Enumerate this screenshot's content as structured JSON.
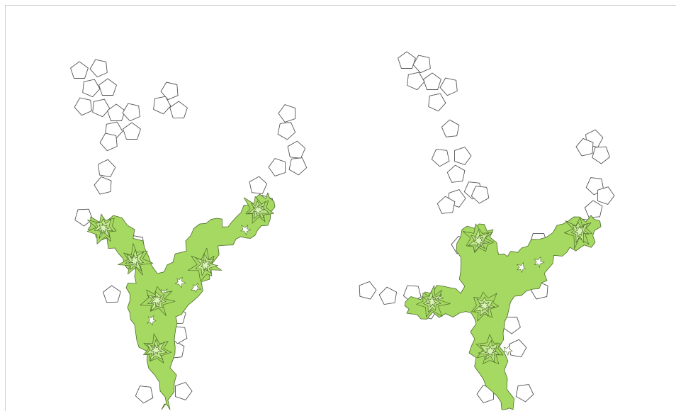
{
  "colors": {
    "background": "#ffffff",
    "frame": "#cfcfcf",
    "tile_fill": "#ffffff",
    "tile_stroke": "#555555",
    "blob_level_1": "#a6d962",
    "blob_level_2": "#c2e88d",
    "blob_level_3": "#d9f2b6",
    "blob_stroke": "#4d6b2a"
  },
  "panels": [
    {
      "id": "left",
      "arms": [
        {
          "name": "upper-left-cluster",
          "cells": [
            [
              112,
              100
            ],
            [
              140,
              96
            ],
            [
              128,
              124
            ],
            [
              152,
              124
            ],
            [
              118,
              150
            ],
            [
              142,
              152
            ],
            [
              164,
              160
            ],
            [
              186,
              158
            ],
            [
              160,
              184
            ],
            [
              186,
              186
            ],
            [
              154,
              200
            ]
          ]
        },
        {
          "name": "upper-small-cluster",
          "cells": [
            [
              240,
              128
            ],
            [
              228,
              148
            ],
            [
              252,
              156
            ]
          ]
        },
        {
          "name": "left-column",
          "cells": [
            [
              150,
              238
            ],
            [
              146,
              262
            ],
            [
              118,
              306
            ],
            [
              162,
              320
            ]
          ]
        },
        {
          "name": "right-column",
          "cells": [
            [
              406,
              160
            ],
            [
              404,
              184
            ],
            [
              418,
              212
            ],
            [
              392,
              236
            ],
            [
              420,
              234
            ],
            [
              364,
              262
            ],
            [
              374,
              288
            ],
            [
              356,
              304
            ]
          ]
        },
        {
          "name": "lower-left-cells",
          "cells": [
            [
              158,
              416
            ],
            [
              192,
              344
            ],
            [
              226,
              430
            ],
            [
              250,
              446
            ]
          ]
        },
        {
          "name": "bottom-cells",
          "cells": [
            [
              204,
              556
            ],
            [
              258,
              552
            ],
            [
              248,
              494
            ],
            [
              252,
              472
            ]
          ]
        }
      ],
      "blob": {
        "main_path": [
          [
            128,
            306
          ],
          [
            160,
            304
          ],
          [
            190,
            324
          ],
          [
            204,
            350
          ],
          [
            222,
            386
          ],
          [
            244,
            370
          ],
          [
            262,
            340
          ],
          [
            282,
            316
          ],
          [
            306,
            308
          ],
          [
            322,
            320
          ],
          [
            340,
            300
          ],
          [
            362,
            278
          ],
          [
            378,
            272
          ],
          [
            388,
            292
          ],
          [
            378,
            318
          ],
          [
            360,
            332
          ],
          [
            340,
            334
          ],
          [
            320,
            346
          ],
          [
            304,
            366
          ],
          [
            296,
            394
          ],
          [
            280,
            418
          ],
          [
            260,
            438
          ],
          [
            250,
            456
          ],
          [
            246,
            480
          ],
          [
            244,
            508
          ],
          [
            246,
            540
          ],
          [
            240,
            578
          ],
          [
            228,
            578
          ],
          [
            226,
            552
          ],
          [
            210,
            520
          ],
          [
            196,
            490
          ],
          [
            190,
            458
          ],
          [
            180,
            434
          ],
          [
            178,
            406
          ],
          [
            190,
            390
          ],
          [
            176,
            374
          ],
          [
            162,
            350
          ],
          [
            140,
            340
          ],
          [
            124,
            324
          ]
        ],
        "centers": [
          [
            146,
            322
          ],
          [
            190,
            368
          ],
          [
            222,
            424
          ],
          [
            290,
            374
          ],
          [
            364,
            296
          ],
          [
            220,
            494
          ]
        ]
      }
    },
    {
      "id": "right",
      "arms": [
        {
          "name": "upper-left-cluster",
          "cells": [
            [
              574,
              86
            ],
            [
              596,
              90
            ],
            [
              586,
              114
            ],
            [
              610,
              116
            ],
            [
              634,
              122
            ],
            [
              616,
              144
            ]
          ]
        },
        {
          "name": "upper-middle-column",
          "cells": [
            [
              636,
              182
            ],
            [
              622,
              222
            ],
            [
              652,
              220
            ],
            [
              644,
              246
            ],
            [
              668,
              268
            ],
            [
              644,
              280
            ],
            [
              630,
              290
            ],
            [
              678,
              274
            ]
          ]
        },
        {
          "name": "upper-right-small",
          "cells": [
            [
              838,
              196
            ],
            [
              826,
              208
            ],
            [
              848,
              218
            ]
          ]
        },
        {
          "name": "right-column",
          "cells": [
            [
              840,
              262
            ],
            [
              854,
              276
            ],
            [
              838,
              296
            ],
            [
              822,
              320
            ]
          ]
        },
        {
          "name": "left-arm-cells",
          "cells": [
            [
              518,
              410
            ],
            [
              548,
              418
            ],
            [
              582,
              414
            ],
            [
              604,
              438
            ]
          ]
        },
        {
          "name": "middle-cells",
          "cells": [
            [
              650,
              346
            ],
            [
              760,
              340
            ],
            [
              742,
              394
            ],
            [
              762,
              410
            ],
            [
              722,
              458
            ],
            [
              730,
              492
            ]
          ]
        },
        {
          "name": "bottom-cells",
          "cells": [
            [
              686,
              556
            ],
            [
              740,
              554
            ]
          ]
        }
      ],
      "blob": {
        "main_path": [
          [
            572,
            426
          ],
          [
            600,
            412
          ],
          [
            626,
            404
          ],
          [
            650,
            414
          ],
          [
            650,
            384
          ],
          [
            644,
            354
          ],
          [
            652,
            324
          ],
          [
            676,
            316
          ],
          [
            696,
            324
          ],
          [
            702,
            352
          ],
          [
            716,
            362
          ],
          [
            736,
            350
          ],
          [
            760,
            338
          ],
          [
            786,
            318
          ],
          [
            810,
            306
          ],
          [
            834,
            304
          ],
          [
            848,
            320
          ],
          [
            840,
            342
          ],
          [
            818,
            350
          ],
          [
            800,
            356
          ],
          [
            780,
            372
          ],
          [
            772,
            396
          ],
          [
            752,
            408
          ],
          [
            726,
            418
          ],
          [
            716,
            446
          ],
          [
            710,
            470
          ],
          [
            712,
            498
          ],
          [
            716,
            534
          ],
          [
            724,
            578
          ],
          [
            708,
            578
          ],
          [
            694,
            552
          ],
          [
            676,
            526
          ],
          [
            662,
            498
          ],
          [
            664,
            468
          ],
          [
            670,
            450
          ],
          [
            648,
            442
          ],
          [
            620,
            448
          ],
          [
            594,
            450
          ],
          [
            574,
            442
          ]
        ],
        "centers": [
          [
            676,
            340
          ],
          [
            684,
            432
          ],
          [
            692,
            496
          ],
          [
            818,
            326
          ],
          [
            610,
            426
          ]
        ]
      }
    }
  ]
}
